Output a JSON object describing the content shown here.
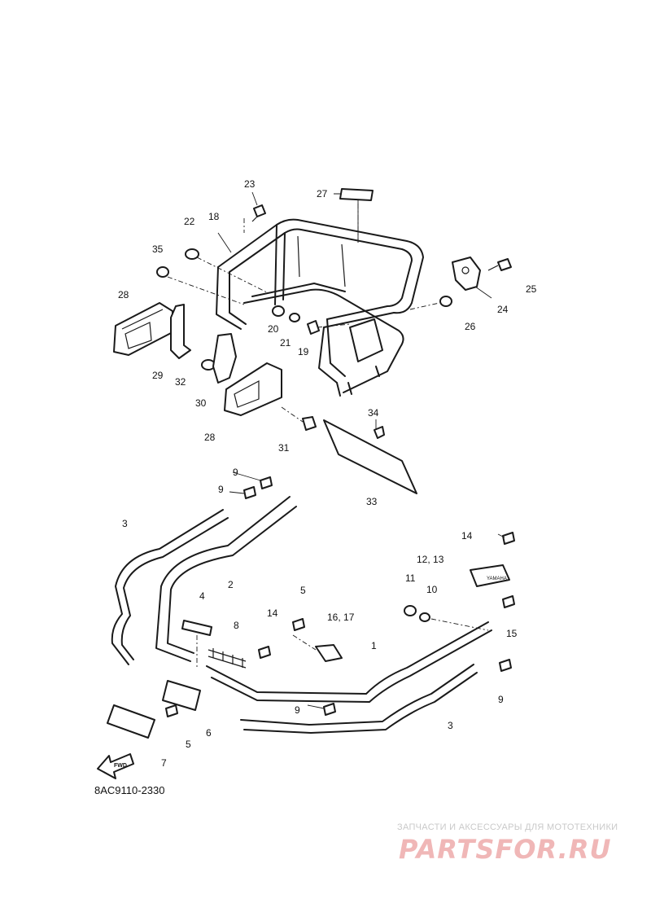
{
  "diagram": {
    "drawing_code": "8AC9110-2330",
    "direction_arrow_label": "FWD",
    "tube_label": "YAMAHA",
    "callouts": {
      "c1": "1",
      "c2": "2",
      "c3a": "3",
      "c3b": "3",
      "c4": "4",
      "c5a": "5",
      "c5b": "5",
      "c6": "6",
      "c7": "7",
      "c8": "8",
      "c9a": "9",
      "c9b": "9",
      "c9c": "9",
      "c9d": "9",
      "c10": "10",
      "c11": "11",
      "c12_13": "12, 13",
      "c14a": "14",
      "c14b": "14",
      "c15": "15",
      "c16_17": "16, 17",
      "c18": "18",
      "c19": "19",
      "c20": "20",
      "c21": "21",
      "c22": "22",
      "c23": "23",
      "c24": "24",
      "c25": "25",
      "c26": "26",
      "c27": "27",
      "c28a": "28",
      "c28b": "28",
      "c29": "29",
      "c30": "30",
      "c31": "31",
      "c32": "32",
      "c33": "33",
      "c34": "34",
      "c35": "35"
    }
  },
  "watermark": {
    "tagline": "ЗАПЧАСТИ И АКСЕССУАРЫ ДЛЯ МОТОТЕХНИКИ",
    "logo_text": "PARTSFOR.RU"
  }
}
